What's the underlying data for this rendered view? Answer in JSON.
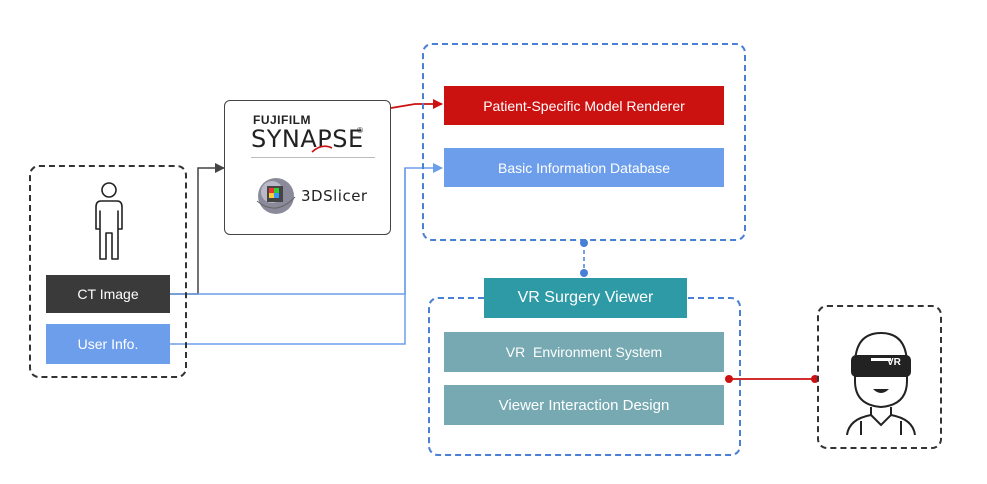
{
  "input_panel": {
    "ct_image_label": "CT Image",
    "user_info_label": "User Info."
  },
  "software_panel": {
    "brand": "FUJIFILM",
    "product": "SYNAPSE",
    "product_mark": "®",
    "tool": "3DSlicer"
  },
  "server_panel": {
    "renderer_label": "Patient-Specific Model Renderer",
    "database_label": "Basic Information Database"
  },
  "viewer_panel": {
    "title": "VR Surgery Viewer",
    "env_label": "VR  Environment System",
    "interaction_label": "Viewer Interaction Design"
  },
  "headset_panel": {
    "badge": "VR"
  },
  "colors": {
    "red": "#cc1111",
    "blue_block": "#6d9eeb",
    "teal_title": "#2e9aa5",
    "teal_block": "#76a9b1",
    "dark_block": "#3a3a3a",
    "dashed_black": "#333333",
    "dashed_blue": "#4a7fd6",
    "wire_blue": "#6d9eeb",
    "wire_dark": "#444444"
  }
}
